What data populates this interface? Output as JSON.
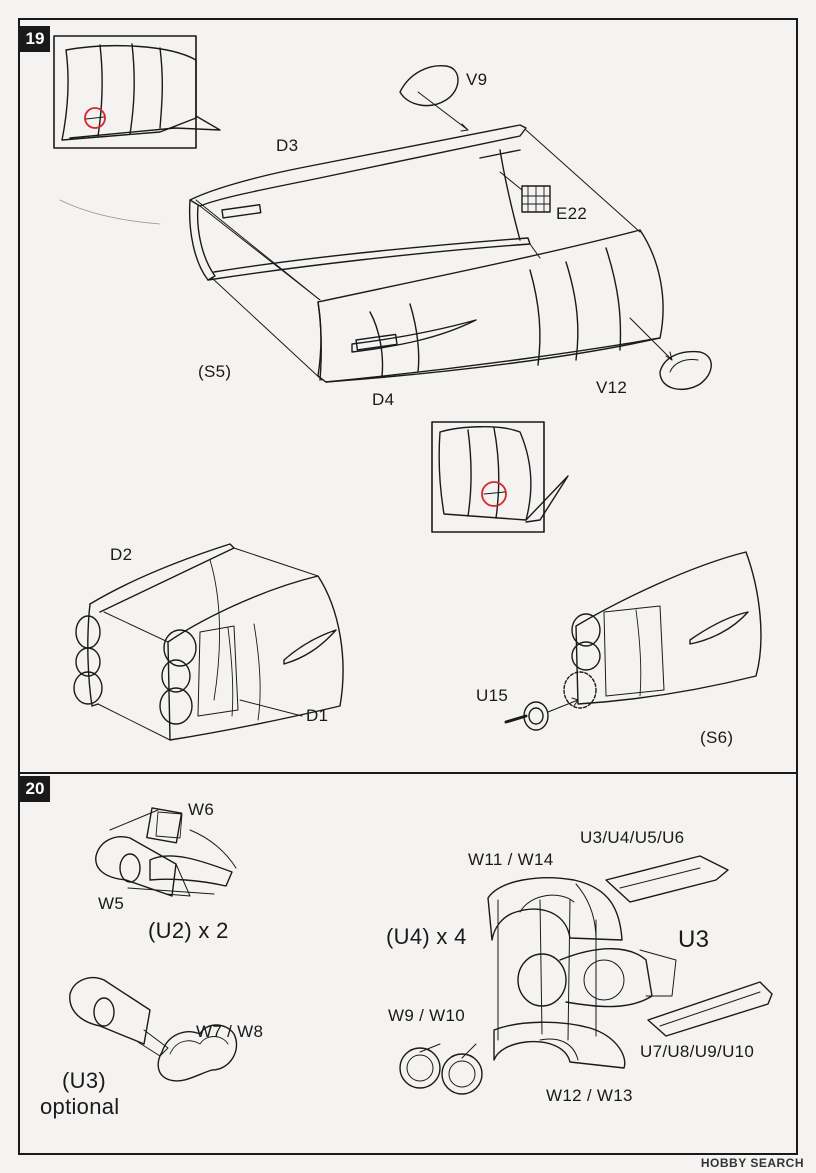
{
  "steps": [
    {
      "number": "19"
    },
    {
      "number": "20"
    }
  ],
  "step19": {
    "labels": {
      "v9": "V9",
      "d3": "D3",
      "e22": "E22",
      "s5": "(S5)",
      "d4": "D4",
      "v12": "V12",
      "d2": "D2",
      "d1": "D1",
      "u15": "U15",
      "s6": "(S6)"
    }
  },
  "step20": {
    "labels": {
      "w6": "W6",
      "w5": "W5",
      "u2x2": "(U2) x 2",
      "u3_optional": "(U3)",
      "optional": "optional",
      "w7w8": "W7 / W8",
      "w11w14": "W11 / W14",
      "u3u4u5u6": "U3/U4/U5/U6",
      "u4x4": "(U4) x 4",
      "u3": "U3",
      "w9w10": "W9 / W10",
      "u7u10": "U7/U8/U9/U10",
      "w12w13": "W12 / W13"
    }
  },
  "watermark": "HOBBY SEARCH",
  "colors": {
    "line": "#1a1a1a",
    "highlight": "#d6262e",
    "paper": "#f4f3f1"
  }
}
